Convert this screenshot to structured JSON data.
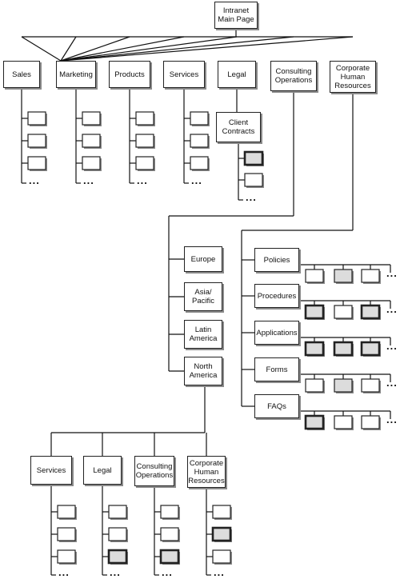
{
  "root": {
    "label": "Intranet\nMain Page"
  },
  "top_sections": [
    {
      "label": "Sales"
    },
    {
      "label": "Marketing"
    },
    {
      "label": "Products"
    },
    {
      "label": "Services"
    },
    {
      "label": "Legal"
    },
    {
      "label": "Consulting\nOperations"
    },
    {
      "label": "Corporate\nHuman\nResources"
    }
  ],
  "legal_child": {
    "label": "Client\nContracts"
  },
  "regions": [
    {
      "label": "Europe"
    },
    {
      "label": "Asia/\nPacific"
    },
    {
      "label": "Latin\nAmerica"
    },
    {
      "label": "North\nAmerica"
    }
  ],
  "hr_sections": [
    {
      "label": "Policies",
      "doc_fills": [
        "white",
        "gray",
        "white"
      ]
    },
    {
      "label": "Procedures",
      "doc_fills": [
        "gray-bold",
        "white",
        "gray-bold"
      ]
    },
    {
      "label": "Applications",
      "doc_fills": [
        "gray-bold",
        "gray-bold",
        "gray-bold"
      ]
    },
    {
      "label": "Forms",
      "doc_fills": [
        "white",
        "gray",
        "white"
      ]
    },
    {
      "label": "FAQs",
      "doc_fills": [
        "gray-bold",
        "white",
        "white"
      ]
    }
  ],
  "na_sections": [
    {
      "label": "Services",
      "doc_fills": [
        "white",
        "white",
        "white"
      ]
    },
    {
      "label": "Legal",
      "doc_fills": [
        "white",
        "white",
        "gray-bold"
      ]
    },
    {
      "label": "Consulting\nOperations",
      "doc_fills": [
        "white",
        "white",
        "gray-bold"
      ]
    },
    {
      "label": "Corporate\nHuman\nResources",
      "doc_fills": [
        "white",
        "gray-bold",
        "white"
      ]
    }
  ],
  "continuation": "...",
  "colors": {
    "line": "#111111",
    "box_border": "#222222",
    "gray_fill": "#dcdcdc",
    "shadow": "#8a8a8a"
  }
}
